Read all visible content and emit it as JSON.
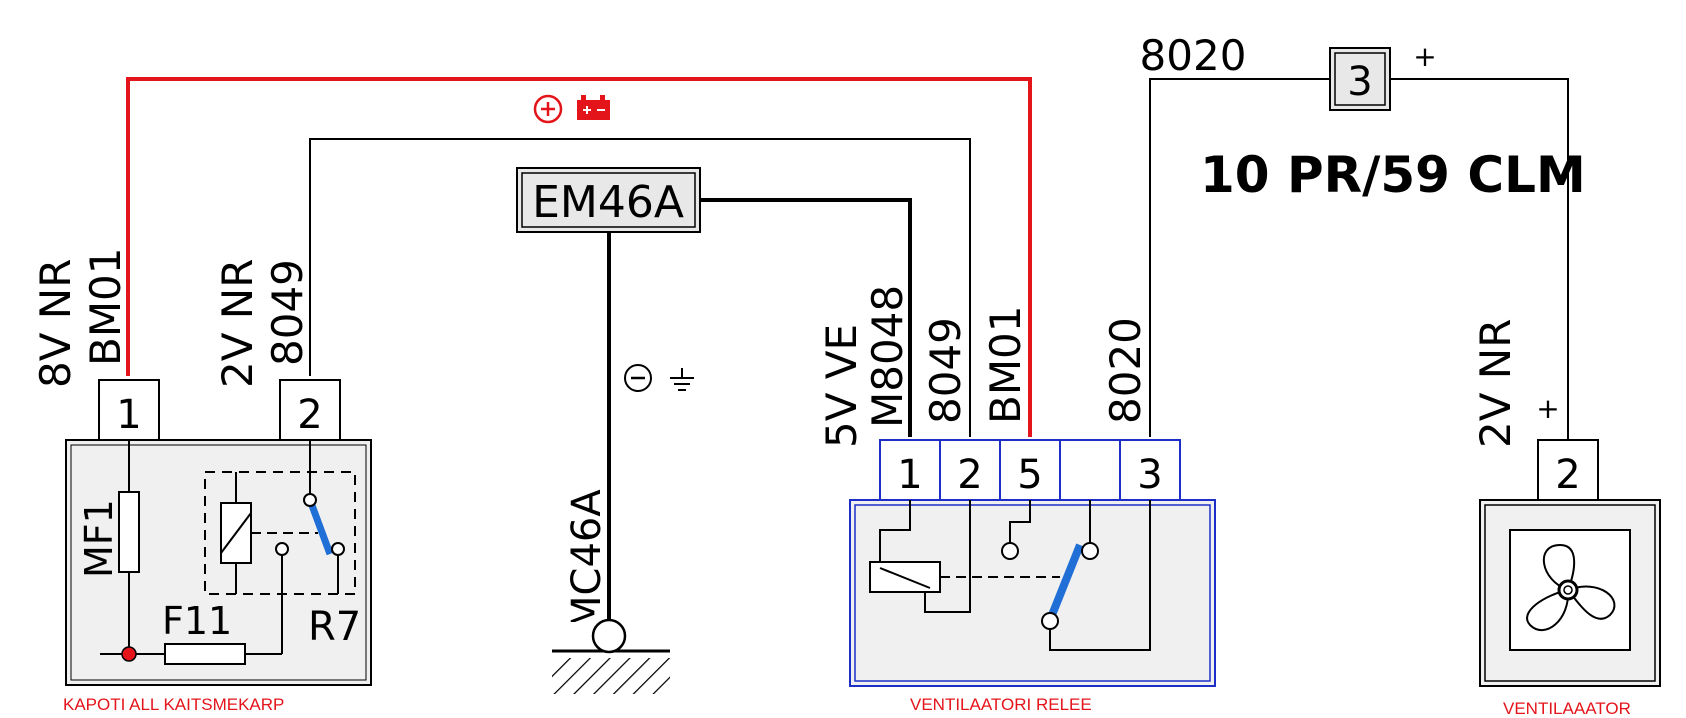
{
  "colors": {
    "positive_wire": "#e4141b",
    "wire": "#000000",
    "relay_box": "#1e2fc8",
    "switch_blade": "#1f6fd6",
    "component_fill": "#f0f0f0"
  },
  "captions": {
    "fuse_box": "KAPOTI ALL KAITSMEKARP",
    "relay": "VENTILAATORI RELEE",
    "fan": "VENTILAAATOR"
  },
  "harness_code": "10 PR/59 CLM",
  "connectors": {
    "fuse_conn_1": {
      "label": "8V NR",
      "code": "BM01",
      "pin": "1"
    },
    "fuse_conn_2": {
      "label": "2V NR",
      "code": "8049",
      "pin": "2"
    },
    "relay_conn": {
      "label": "5V VE",
      "pins": [
        "1",
        "2",
        "5",
        "",
        "3"
      ]
    },
    "fan_conn": {
      "label": "2V NR",
      "pin": "2",
      "polarity": "+"
    }
  },
  "wire_codes": {
    "relay_pin1": "M8048",
    "relay_pin2": "8049",
    "relay_pin5": "BM01",
    "relay_pin3": "8020",
    "top_right": "8020"
  },
  "ground": {
    "point": "EM46A",
    "wire": "MC46A"
  },
  "splice": {
    "number": "3",
    "polarity": "+"
  },
  "components": {
    "fuse_main": "MF1",
    "fuse_small": "F11",
    "relay_internal": "R7"
  },
  "symbols": {
    "positive": "+",
    "negative": "−"
  }
}
